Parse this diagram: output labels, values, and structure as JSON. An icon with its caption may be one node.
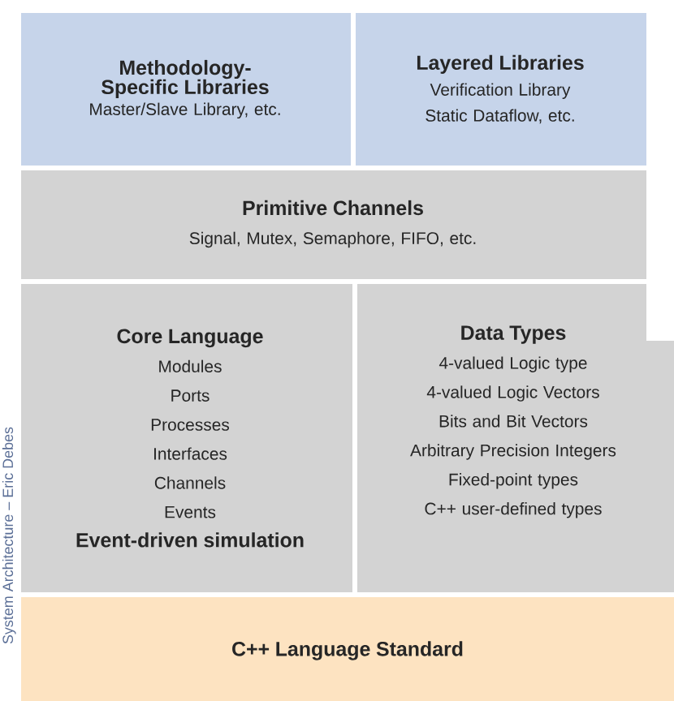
{
  "diagram": {
    "nodes": [
      {
        "text": [
          "Methodology-Specific Libraries",
          "Master/Slave Library, etc."
        ]
      },
      {
        "text": [
          "Layered Libraries",
          "Verification Library",
          "Static Dataflow, etc."
        ]
      },
      {
        "text": [
          "Primitive Channels",
          "Signal, Mutex, Semaphore, FIFO, etc."
        ]
      },
      {
        "text": [
          "Core Language",
          "Modules",
          "Ports",
          "Processes",
          "Interfaces",
          "Channels",
          "Events",
          "Event-driven simulation"
        ]
      },
      {
        "text": [
          "Data Types",
          "4-valued Logic type",
          "4-valued Logic Vectors",
          "Bits and Bit Vectors",
          "Arbitrary Precision Integers",
          "Fixed-point types",
          "C++ user-defined types"
        ]
      },
      {
        "text": [
          "C++ Language Standard"
        ]
      }
    ],
    "labels": [
      "System Architecture – Eric Debes"
    ]
  }
}
